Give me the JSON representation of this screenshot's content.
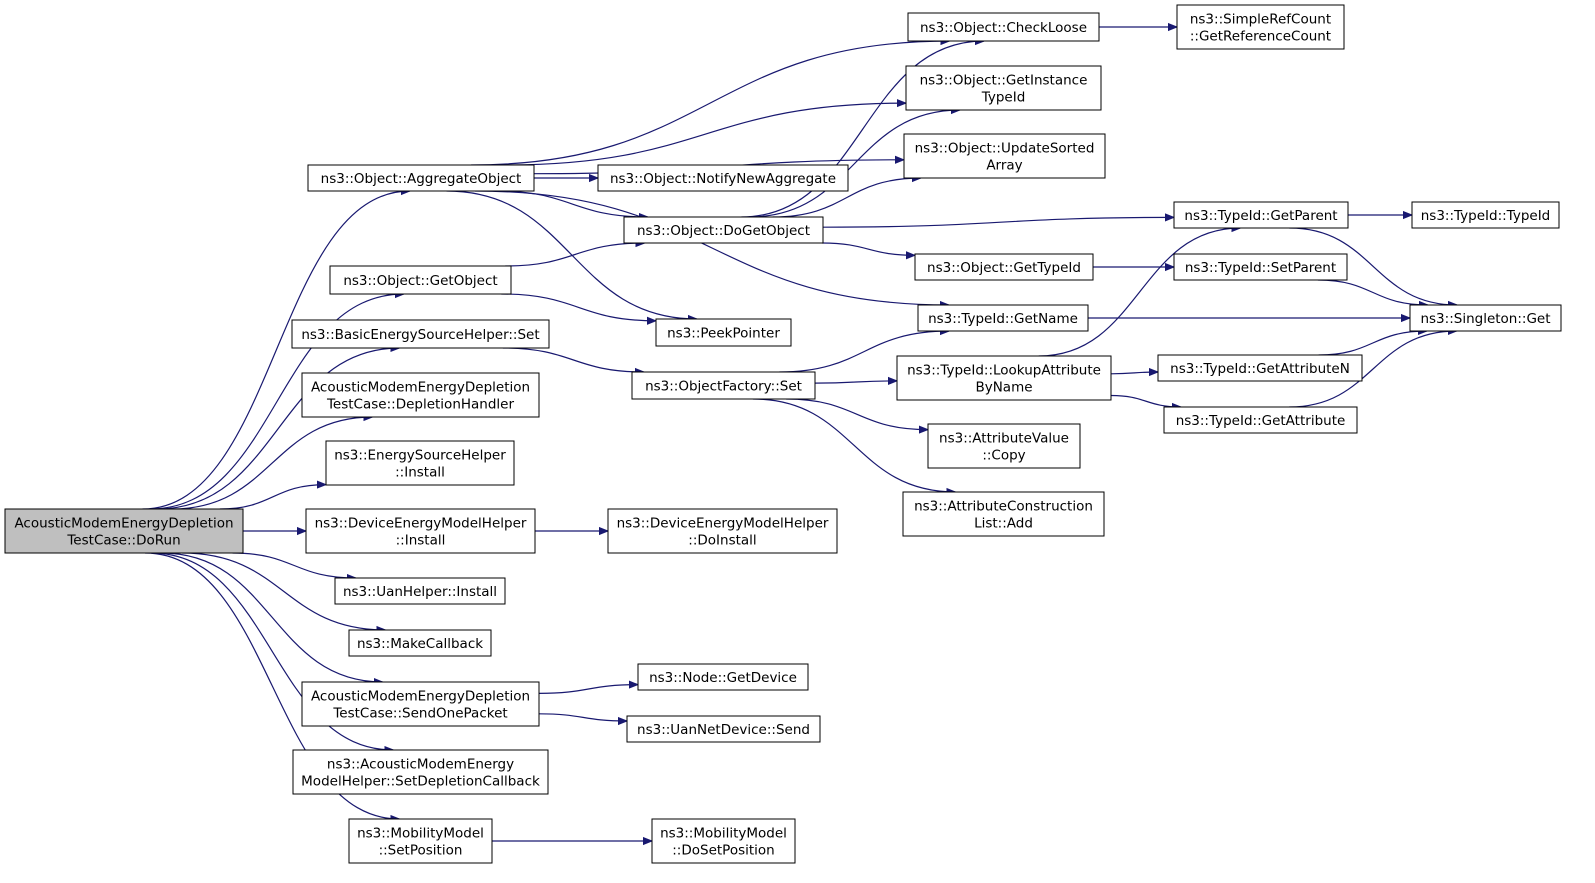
{
  "colors": {
    "edge": "#191970",
    "root_fill": "#bfbfbf",
    "node_fill": "#ffffff",
    "node_border": "#000000"
  },
  "nodes": [
    {
      "id": "root",
      "lines": [
        "AcousticModemEnergyDepletion",
        "TestCase::DoRun"
      ]
    },
    {
      "id": "aggregate",
      "lines": [
        "ns3::Object::AggregateObject"
      ]
    },
    {
      "id": "getobject",
      "lines": [
        "ns3::Object::GetObject"
      ]
    },
    {
      "id": "basicset",
      "lines": [
        "ns3::BasicEnergySourceHelper::Set"
      ]
    },
    {
      "id": "depletionhandler",
      "lines": [
        "AcousticModemEnergyDepletion",
        "TestCase::DepletionHandler"
      ]
    },
    {
      "id": "esinstall",
      "lines": [
        "ns3::EnergySourceHelper",
        "::Install"
      ]
    },
    {
      "id": "deminstall",
      "lines": [
        "ns3::DeviceEnergyModelHelper",
        "::Install"
      ]
    },
    {
      "id": "uaninstall",
      "lines": [
        "ns3::UanHelper::Install"
      ]
    },
    {
      "id": "makecallback",
      "lines": [
        "ns3::MakeCallback"
      ]
    },
    {
      "id": "sendonepacket",
      "lines": [
        "AcousticModemEnergyDepletion",
        "TestCase::SendOnePacket"
      ]
    },
    {
      "id": "setdepletioncb",
      "lines": [
        "ns3::AcousticModemEnergy",
        "ModelHelper::SetDepletionCallback"
      ]
    },
    {
      "id": "setposition",
      "lines": [
        "ns3::MobilityModel",
        "::SetPosition"
      ]
    },
    {
      "id": "checkloose",
      "lines": [
        "ns3::Object::CheckLoose"
      ]
    },
    {
      "id": "getinstancetypeid",
      "lines": [
        "ns3::Object::GetInstance",
        "TypeId"
      ]
    },
    {
      "id": "updatesorted",
      "lines": [
        "ns3::Object::UpdateSorted",
        "Array"
      ]
    },
    {
      "id": "notifynewagg",
      "lines": [
        "ns3::Object::NotifyNewAggregate"
      ]
    },
    {
      "id": "dogetobject",
      "lines": [
        "ns3::Object::DoGetObject"
      ]
    },
    {
      "id": "peekpointer",
      "lines": [
        "ns3::PeekPointer"
      ]
    },
    {
      "id": "ofset",
      "lines": [
        "ns3::ObjectFactory::Set"
      ]
    },
    {
      "id": "deminstall2",
      "lines": [
        "ns3::DeviceEnergyModelHelper",
        "::DoInstall"
      ]
    },
    {
      "id": "getdevice",
      "lines": [
        "ns3::Node::GetDevice"
      ]
    },
    {
      "id": "uansend",
      "lines": [
        "ns3::UanNetDevice::Send"
      ]
    },
    {
      "id": "dosetposition",
      "lines": [
        "ns3::MobilityModel",
        "::DoSetPosition"
      ]
    },
    {
      "id": "getrefcount",
      "lines": [
        "ns3::SimpleRefCount",
        "::GetReferenceCount"
      ]
    },
    {
      "id": "getparent",
      "lines": [
        "ns3::TypeId::GetParent"
      ]
    },
    {
      "id": "gettypeid",
      "lines": [
        "ns3::Object::GetTypeId"
      ]
    },
    {
      "id": "getname",
      "lines": [
        "ns3::TypeId::GetName"
      ]
    },
    {
      "id": "lookupattr",
      "lines": [
        "ns3::TypeId::LookupAttribute",
        "ByName"
      ]
    },
    {
      "id": "avcopy",
      "lines": [
        "ns3::AttributeValue",
        "::Copy"
      ]
    },
    {
      "id": "aclistadd",
      "lines": [
        "ns3::AttributeConstruction",
        "List::Add"
      ]
    },
    {
      "id": "typeid",
      "lines": [
        "ns3::TypeId::TypeId"
      ]
    },
    {
      "id": "setparent",
      "lines": [
        "ns3::TypeId::SetParent"
      ]
    },
    {
      "id": "getattrn",
      "lines": [
        "ns3::TypeId::GetAttributeN"
      ]
    },
    {
      "id": "getattr",
      "lines": [
        "ns3::TypeId::GetAttribute"
      ]
    },
    {
      "id": "singletonget",
      "lines": [
        "ns3::Singleton::Get"
      ]
    }
  ],
  "edges": [
    [
      "root",
      "aggregate"
    ],
    [
      "root",
      "getobject"
    ],
    [
      "root",
      "basicset"
    ],
    [
      "root",
      "depletionhandler"
    ],
    [
      "root",
      "esinstall"
    ],
    [
      "root",
      "deminstall"
    ],
    [
      "root",
      "uaninstall"
    ],
    [
      "root",
      "makecallback"
    ],
    [
      "root",
      "sendonepacket"
    ],
    [
      "root",
      "setdepletioncb"
    ],
    [
      "root",
      "setposition"
    ],
    [
      "aggregate",
      "checkloose"
    ],
    [
      "aggregate",
      "getinstancetypeid"
    ],
    [
      "aggregate",
      "updatesorted"
    ],
    [
      "aggregate",
      "notifynewagg"
    ],
    [
      "aggregate",
      "dogetobject"
    ],
    [
      "aggregate",
      "peekpointer"
    ],
    [
      "aggregate",
      "getname"
    ],
    [
      "getobject",
      "dogetobject"
    ],
    [
      "getobject",
      "peekpointer"
    ],
    [
      "basicset",
      "ofset"
    ],
    [
      "deminstall",
      "deminstall2"
    ],
    [
      "sendonepacket",
      "getdevice"
    ],
    [
      "sendonepacket",
      "uansend"
    ],
    [
      "setposition",
      "dosetposition"
    ],
    [
      "checkloose",
      "getrefcount"
    ],
    [
      "dogetobject",
      "checkloose"
    ],
    [
      "dogetobject",
      "getinstancetypeid"
    ],
    [
      "dogetobject",
      "updatesorted"
    ],
    [
      "dogetobject",
      "getparent"
    ],
    [
      "dogetobject",
      "gettypeid"
    ],
    [
      "ofset",
      "getname"
    ],
    [
      "ofset",
      "lookupattr"
    ],
    [
      "ofset",
      "avcopy"
    ],
    [
      "ofset",
      "aclistadd"
    ],
    [
      "getparent",
      "typeid"
    ],
    [
      "getparent",
      "singletonget"
    ],
    [
      "gettypeid",
      "setparent"
    ],
    [
      "setparent",
      "singletonget"
    ],
    [
      "getname",
      "singletonget"
    ],
    [
      "lookupattr",
      "getparent"
    ],
    [
      "lookupattr",
      "getattrn"
    ],
    [
      "lookupattr",
      "getattr"
    ],
    [
      "getattrn",
      "singletonget"
    ],
    [
      "getattr",
      "singletonget"
    ]
  ]
}
